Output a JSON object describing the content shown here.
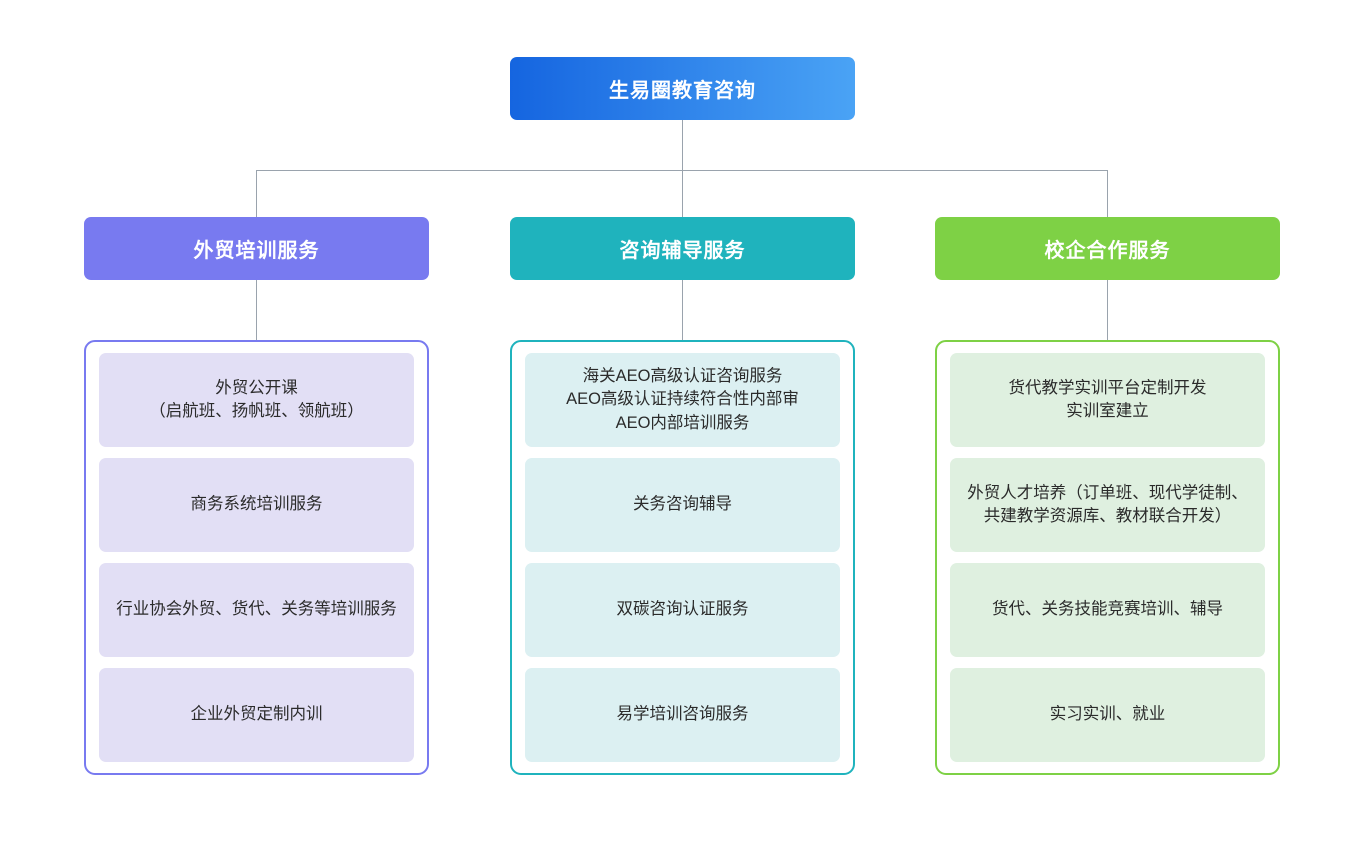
{
  "diagram": {
    "type": "organization-chart",
    "root": {
      "label": "生易圈教育咨询",
      "gradient_from": "#1565e0",
      "gradient_to": "#4aa3f5"
    },
    "connector_color": "#9aa3ad",
    "columns": [
      {
        "header": "外贸培训服务",
        "header_color": "#787af0",
        "border_color": "#787af0",
        "card_bg": "#e2dff5",
        "items": [
          "外贸公开课\n（启航班、扬帆班、领航班）",
          "商务系统培训服务",
          "行业协会外贸、货代、关务等培训服务",
          "企业外贸定制内训"
        ]
      },
      {
        "header": "咨询辅导服务",
        "header_color": "#1fb3bd",
        "border_color": "#1fb3bd",
        "card_bg": "#dcf0f2",
        "items": [
          "海关AEO高级认证咨询服务\nAEO高级认证持续符合性内部审\nAEO内部培训服务",
          "关务咨询辅导",
          "双碳咨询认证服务",
          "易学培训咨询服务"
        ]
      },
      {
        "header": "校企合作服务",
        "header_color": "#7ed145",
        "border_color": "#7ed145",
        "card_bg": "#dff0e0",
        "items": [
          "货代教学实训平台定制开发\n实训室建立",
          "外贸人才培养（订单班、现代学徒制、共建教学资源库、教材联合开发）",
          "货代、关务技能竞赛培训、辅导",
          "实习实训、就业"
        ]
      }
    ]
  }
}
